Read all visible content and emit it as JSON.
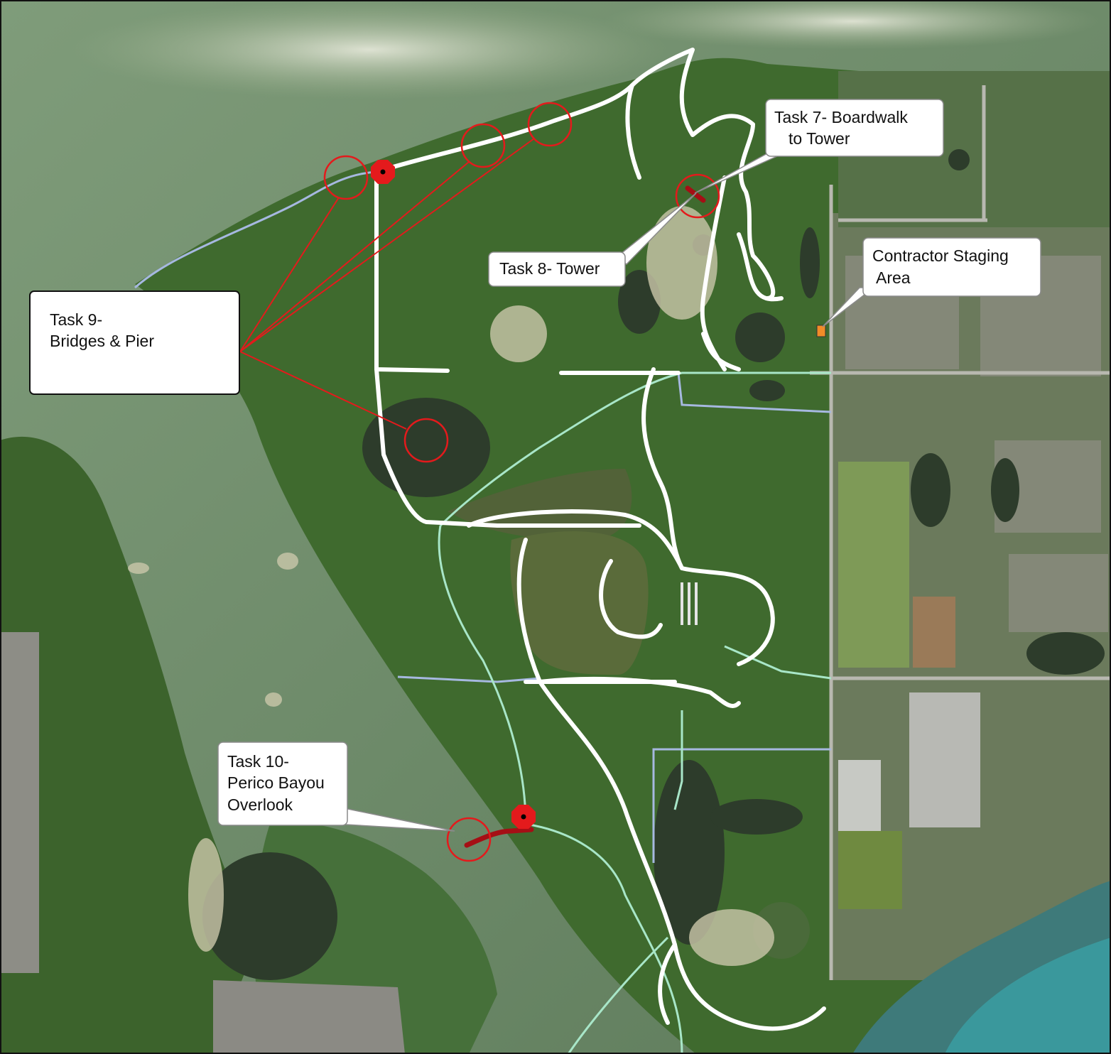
{
  "callouts": {
    "task7": {
      "line1": "Task 7- Boardwalk",
      "line2": "to Tower"
    },
    "task8": {
      "line1": "Task 8- Tower"
    },
    "staging": {
      "line1": "Contractor Staging",
      "line2": "Area"
    },
    "task9": {
      "line1": "Task 9-",
      "line2": "Bridges & Pier"
    },
    "task10": {
      "line1": "Task 10-",
      "line2": "Perico Bayou",
      "line3": "Overlook"
    }
  },
  "colors": {
    "marker": "#e41a1c",
    "existing_trail": "#ffffff",
    "proposed_boardwalk": "#a50f15",
    "blue_trail": "#a6b8e0",
    "green_trail": "#a8e6c8",
    "staging_area": "#f28c28"
  }
}
